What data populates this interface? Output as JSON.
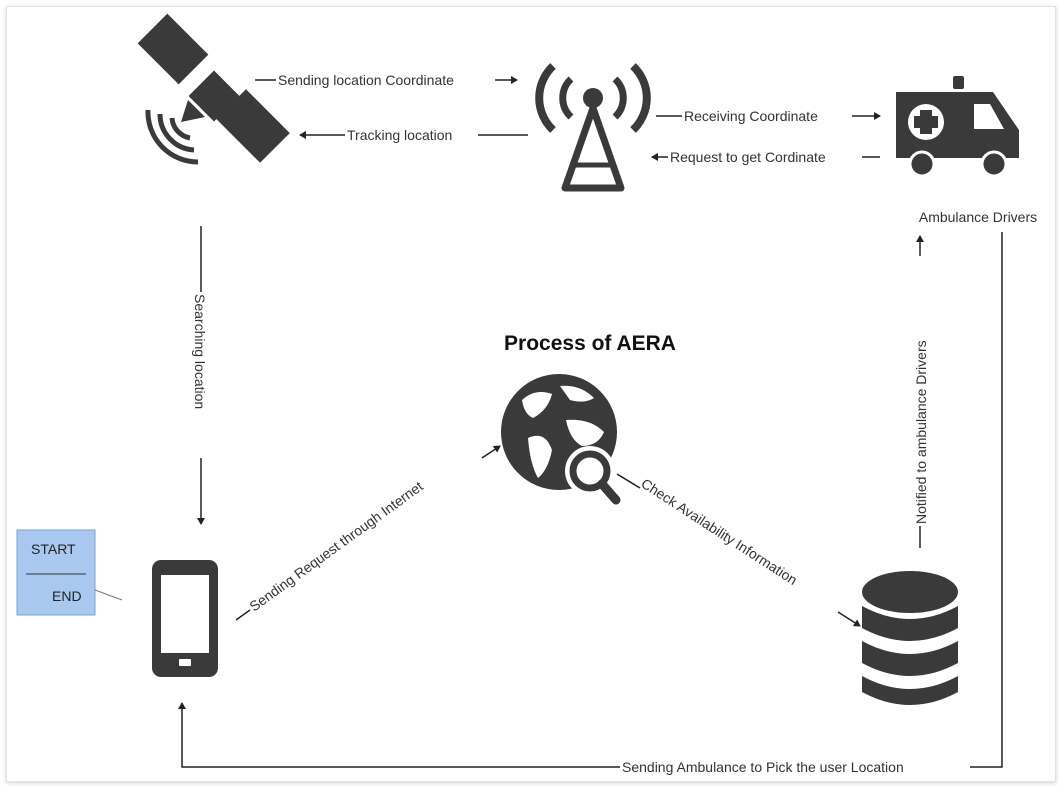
{
  "title": "Process of AERA",
  "start_end_box": {
    "start": "START",
    "end": "END"
  },
  "nodes": {
    "satellite": "satellite-icon",
    "tower": "tower-icon",
    "ambulance": "ambulance-icon",
    "globe": "globe-search-icon",
    "phone": "phone-icon",
    "database": "database-icon",
    "ambulance_label": "Ambulance Drivers"
  },
  "edges": {
    "sending_location_coordinate": "Sending location Coordinate",
    "tracking_location": "Tracking location",
    "receiving_coordinate": "Receiving Coordinate",
    "request_to_get_cordinate": "Request to get Cordinate",
    "searching_location": "Searching location",
    "notified_to_drivers": "Notified  to ambulance Drivers",
    "sending_request_internet": "Sending Request through Internet",
    "check_availability": "Check Availability Information",
    "sending_ambulance": "Sending Ambulance to Pick the user Location"
  },
  "colors": {
    "icon": "#3a3a3a",
    "line": "#222222",
    "box_fill": "#a9c8f0",
    "box_border": "#7f9fc9"
  }
}
